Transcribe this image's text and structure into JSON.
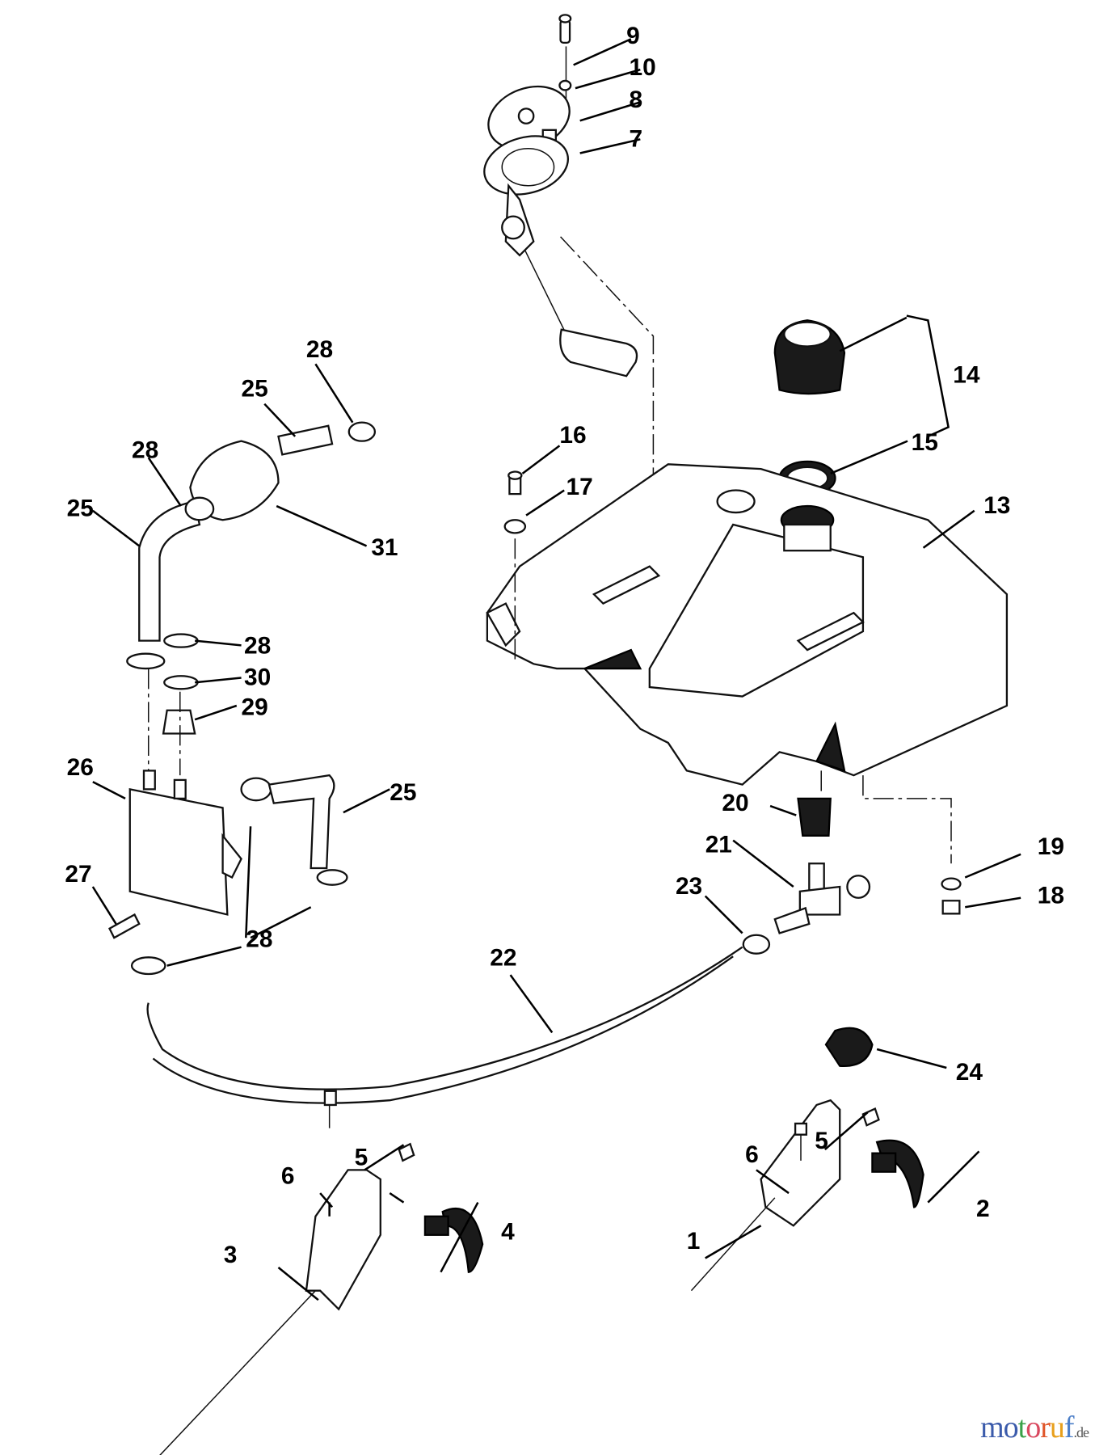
{
  "diagram": {
    "title": "Fuel system exploded parts diagram",
    "callouts": [
      {
        "id": "c9",
        "label": "9"
      },
      {
        "id": "c10",
        "label": "10"
      },
      {
        "id": "c8",
        "label": "8"
      },
      {
        "id": "c7",
        "label": "7"
      },
      {
        "id": "c14",
        "label": "14"
      },
      {
        "id": "c15",
        "label": "15"
      },
      {
        "id": "c13",
        "label": "13"
      },
      {
        "id": "c16",
        "label": "16"
      },
      {
        "id": "c17",
        "label": "17"
      },
      {
        "id": "c28a",
        "label": "28"
      },
      {
        "id": "c25a",
        "label": "25"
      },
      {
        "id": "c28b",
        "label": "28"
      },
      {
        "id": "c25b",
        "label": "25"
      },
      {
        "id": "c31",
        "label": "31"
      },
      {
        "id": "c28c",
        "label": "28"
      },
      {
        "id": "c30",
        "label": "30"
      },
      {
        "id": "c29",
        "label": "29"
      },
      {
        "id": "c26",
        "label": "26"
      },
      {
        "id": "c25c",
        "label": "25"
      },
      {
        "id": "c27",
        "label": "27"
      },
      {
        "id": "c28d",
        "label": "28"
      },
      {
        "id": "c20",
        "label": "20"
      },
      {
        "id": "c21",
        "label": "21"
      },
      {
        "id": "c23",
        "label": "23"
      },
      {
        "id": "c19",
        "label": "19"
      },
      {
        "id": "c18",
        "label": "18"
      },
      {
        "id": "c22",
        "label": "22"
      },
      {
        "id": "c24",
        "label": "24"
      },
      {
        "id": "c6a",
        "label": "6"
      },
      {
        "id": "c5a",
        "label": "5"
      },
      {
        "id": "c3",
        "label": "3"
      },
      {
        "id": "c4",
        "label": "4"
      },
      {
        "id": "c6b",
        "label": "6"
      },
      {
        "id": "c5b",
        "label": "5"
      },
      {
        "id": "c1",
        "label": "1"
      },
      {
        "id": "c2",
        "label": "2"
      }
    ]
  },
  "watermark": {
    "letters": [
      "m",
      "o",
      "t",
      "o",
      "r",
      "u",
      "f"
    ],
    "colors": [
      "#3b5bab",
      "#3b5bab",
      "#3aa148",
      "#d9485f",
      "#e0562a",
      "#e8a01c",
      "#4c7fc8"
    ],
    "suffix": ".de"
  }
}
